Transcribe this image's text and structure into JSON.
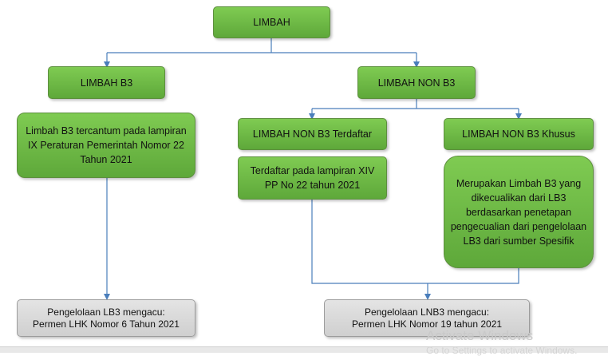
{
  "nodes": {
    "root": "LIMBAH",
    "b3": "LIMBAH B3",
    "non_b3": "LIMBAH NON B3",
    "b3_desc": "Limbah B3 tercantum pada lampiran IX Peraturan Pemerintah Nomor 22 Tahun 2021",
    "non_b3_terdaftar": "LIMBAH NON B3 Terdaftar",
    "non_b3_khusus": "LIMBAH NON B3 Khusus",
    "terdaftar_desc": "Terdaftar pada lampiran XIV PP No 22 tahun 2021",
    "khusus_desc": "Merupakan Limbah B3 yang dikecualikan dari LB3 berdasarkan penetapan pengecualian dari pengelolaan LB3 dari sumber Spesifik",
    "pengelolaan_lb3_line1": "Pengelolaan LB3 mengacu:",
    "pengelolaan_lb3_line2": "Permen LHK Nomor 6 Tahun 2021",
    "pengelolaan_lnb3_line1": "Pengelolaan LNB3 mengacu:",
    "pengelolaan_lnb3_line2": "Permen LHK Nomor 19 tahun 2021"
  },
  "watermark": {
    "line1": "Activate Windows",
    "line2": "Go to Settings to activate Windows."
  },
  "colors": {
    "box_green": "#70bb48",
    "box_grey": "#d9d9d9",
    "connector": "#4a7ebb"
  }
}
